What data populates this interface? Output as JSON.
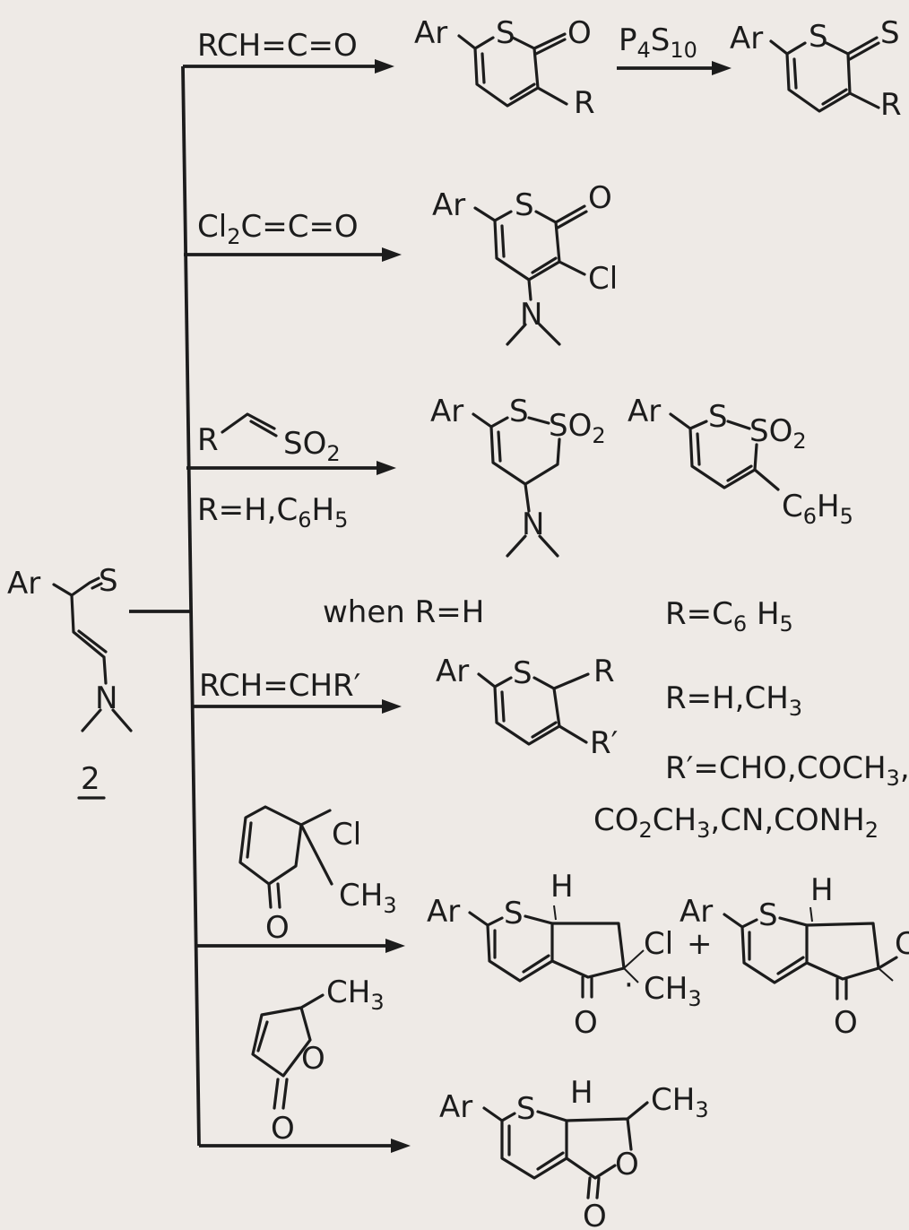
{
  "page_bg": "#eeeae6",
  "ink": "#1c1c1c",
  "start": {
    "ar": "Ar",
    "s": "S",
    "n": "N",
    "number": "2"
  },
  "rows": {
    "r1": {
      "reagent": "RCH=C=O",
      "ar": "Ar",
      "s": "S",
      "o": "O",
      "r": "R",
      "step": {
        "pre": "P",
        "sub1": "4",
        "mid": "S",
        "sub2": "10"
      },
      "p2": {
        "ar": "Ar",
        "s": "S",
        "s2": "S",
        "r": "R"
      }
    },
    "r2": {
      "reagent": {
        "pre": "Cl",
        "sub": "2",
        "post": "C=C=O"
      },
      "ar": "Ar",
      "s": "S",
      "o": "O",
      "cl": "Cl",
      "n": "N"
    },
    "r3": {
      "reagent_r": "R",
      "reagent_so": "SO",
      "sub2": "2",
      "cond": {
        "t1": "R=H,C",
        "s1": "6",
        "t2": "H",
        "s2": "5"
      },
      "pa": {
        "ar": "Ar",
        "s": "S",
        "so": "SO",
        "sub": "2",
        "n": "N"
      },
      "pb": {
        "ar": "Ar",
        "s": "S",
        "so": "SO",
        "sub": "2",
        "ph": {
          "t1": "C",
          "s1": "6",
          "t2": "H",
          "s2": "5"
        }
      },
      "when": "when  R=H",
      "rph": {
        "t1": "R=C",
        "s1": "6",
        "t2": " H",
        "s2": "5"
      }
    },
    "r4": {
      "reagent": "RCH=CHR′",
      "ar": "Ar",
      "s": "S",
      "r": "R",
      "rp": "R′",
      "cond1": {
        "t1": "R=H,CH",
        "s1": "3"
      },
      "cond2": {
        "t1": "R′=CHO,COCH",
        "s1": "3",
        "t2": ","
      },
      "cond3": {
        "t1": "CO",
        "s1": "2",
        "t2": "CH",
        "s2": "3",
        "t3": ",CN,CONH",
        "s3": "2"
      }
    },
    "r5": {
      "reagent": {
        "cl": "Cl",
        "ch": "CH",
        "sub": "3",
        "o": "O"
      },
      "pa": {
        "ar": "Ar",
        "s": "S",
        "h": "H",
        "cl": "Cl",
        "ch": "CH",
        "sub": "3",
        "o": "O"
      },
      "plus": "+",
      "pb": {
        "ar": "Ar",
        "s": "S",
        "h": "H",
        "o": "O",
        "cl": "Cl"
      }
    },
    "r6": {
      "reagent": {
        "ch": "CH",
        "sub": "3",
        "o": "O",
        "o2": "O"
      },
      "p": {
        "ar": "Ar",
        "s": "S",
        "h": "H",
        "ch": "CH",
        "sub": "3",
        "o": "O",
        "o2": "O"
      }
    }
  }
}
